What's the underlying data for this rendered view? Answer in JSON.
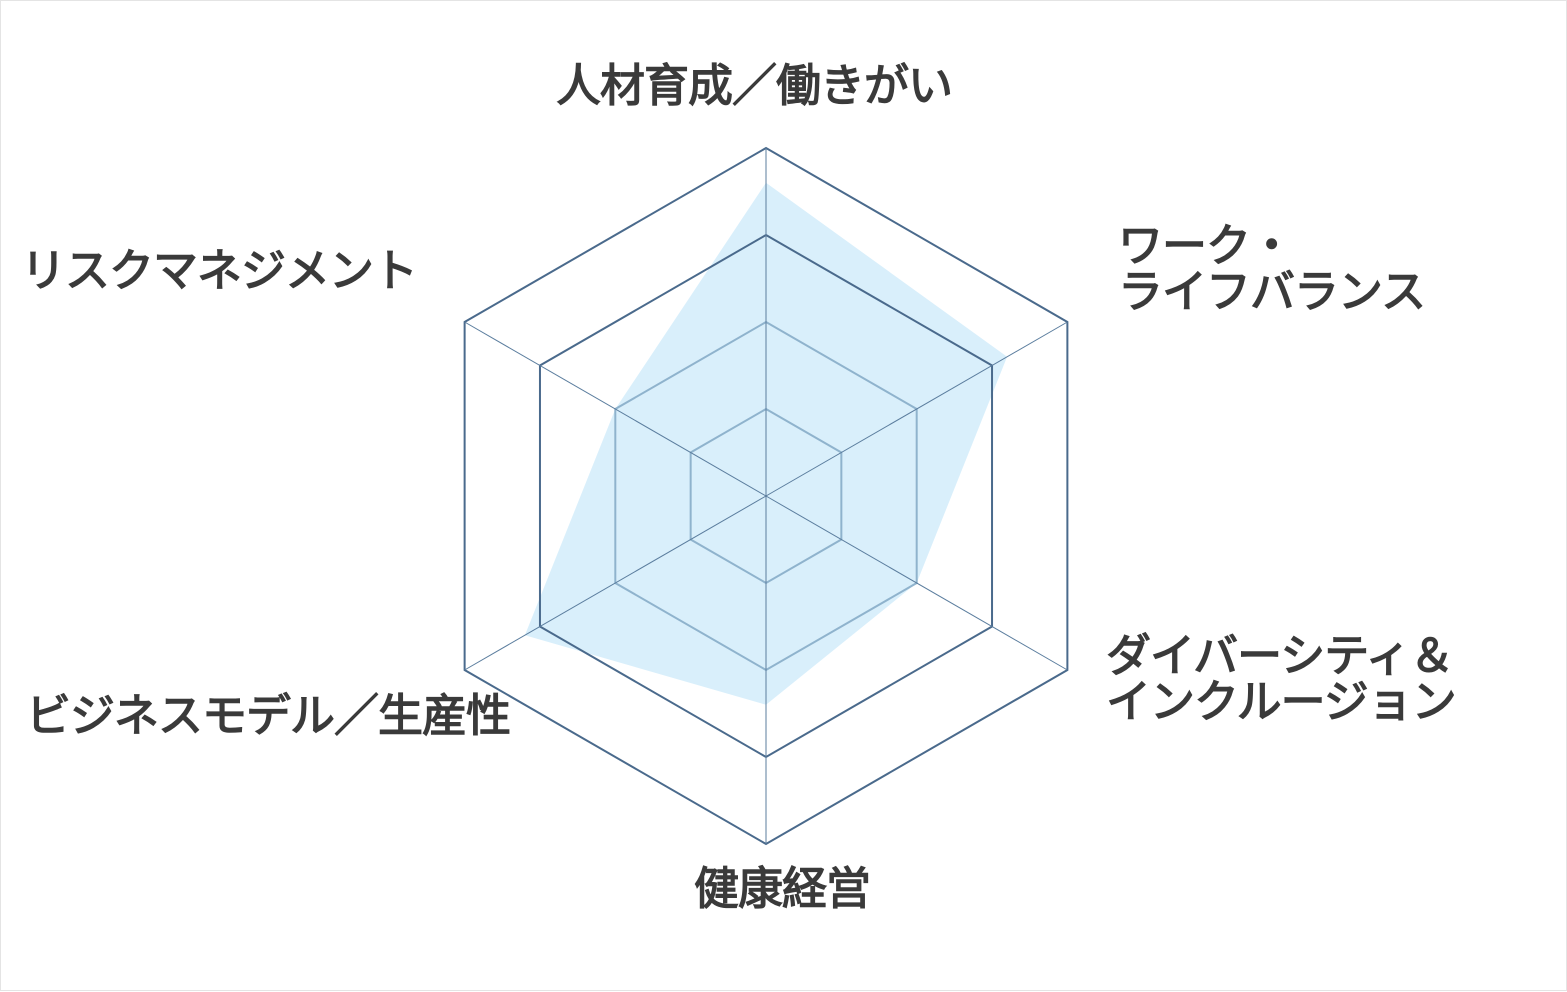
{
  "chart_data": {
    "type": "radar",
    "axes": [
      "人材育成／働きがい",
      "ワーク・ライフバランス",
      "ダイバーシティ＆インクルージョン",
      "健康経営",
      "ビジネスモデル／生産性",
      "リスクマネジメント"
    ],
    "rmax": 4,
    "rings": [
      1,
      2,
      3,
      4
    ],
    "grid": true,
    "series": [
      {
        "values": [
          3.6,
          3.2,
          2.0,
          2.4,
          3.2,
          2.0
        ],
        "fill": "#d9effb",
        "stroke": "none"
      }
    ],
    "colors": {
      "grid_outer": "#4a6a8c",
      "grid_inner": "#8fb3cd",
      "spoke": "#5b7d9e"
    }
  },
  "labels": {
    "top": "人材育成／働きがい",
    "upper_right_line1": "ワーク・",
    "upper_right_line2": "ライフバランス",
    "lower_right_line1": "ダイバーシティ＆",
    "lower_right_line2": "インクルージョン",
    "bottom": "健康経営",
    "lower_left": "ビジネスモデル／生産性",
    "upper_left": "リスクマネジメント"
  }
}
